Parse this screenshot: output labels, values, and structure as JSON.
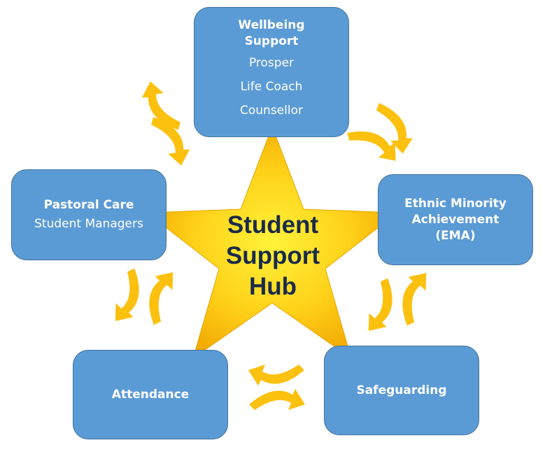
{
  "colors": {
    "box_fill": "#5b9bd5",
    "box_border": "#41719c",
    "box_text": "#ffffff",
    "arrow": "#fcc00f",
    "star_outer": "#f7b500",
    "star_inner": "#fff23a",
    "hub_text": "#1a2b4a"
  },
  "hub": {
    "lines": [
      "Student",
      "Support",
      "Hub"
    ]
  },
  "wellbeing": {
    "title_lines": [
      "Wellbeing",
      "Support"
    ],
    "items": [
      "Prosper",
      "Life Coach",
      "Counsellor"
    ]
  },
  "pastoral": {
    "title": "Pastoral Care",
    "items": [
      "Student Managers"
    ]
  },
  "ema": {
    "title_lines": [
      "Ethnic Minority",
      "Achievement",
      "(EMA)"
    ]
  },
  "attendance": {
    "title": "Attendance"
  },
  "safeguarding": {
    "title": "Safeguarding"
  },
  "arrows": {
    "icon": "curved-double-arrow-icon"
  }
}
